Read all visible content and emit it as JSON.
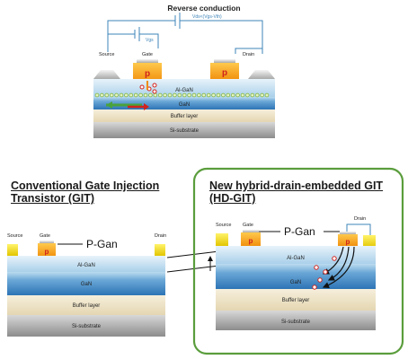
{
  "top_diagram": {
    "title": "Reverse conduction",
    "vds_label": "Vds<(Vgs-Vth)",
    "vgs_label": "Vgs",
    "source_label": "Source",
    "gate_label": "Gate",
    "drain_label": "Drain",
    "p_gate": "p",
    "p_drain": "p",
    "layers": {
      "algan": "Al-GaN",
      "gan": "GaN",
      "buffer": "Buffer layer",
      "substrate": "Si-substrate"
    }
  },
  "left_diagram": {
    "title_line1": "Conventional Gate Injection",
    "title_line2": "Transistor (GIT)",
    "source_label": "Source",
    "gate_label": "Gate",
    "drain_label": "Drain",
    "pgan_label": "P-Gan",
    "p_gate": "p",
    "layers": {
      "algan": "Al-GaN",
      "gan": "GaN",
      "buffer": "Buffer layer",
      "substrate": "Si-substrate"
    }
  },
  "right_diagram": {
    "title_line1": "New hybrid-drain-embedded GIT",
    "title_line2": "(HD-GIT)",
    "source_label": "Source",
    "gate_label": "Gate",
    "drain_label": "Drain",
    "pgan_label": "P-Gan",
    "p_gate": "p",
    "p_drain": "p",
    "layers": {
      "algan": "Al-GaN",
      "gan": "GaN",
      "buffer": "Buffer layer",
      "substrate": "Si-substrate"
    }
  },
  "colors": {
    "gan_blue": "#3f86c4",
    "algan_light": "#b9d9ec",
    "buffer": "#ece1c6",
    "substrate": "#9a9a9a",
    "p_gan_orange": "#f4a21a",
    "contact_yellow": "#f3df14",
    "frame_green": "#5a9d3c",
    "wire_blue": "#3c84b8"
  }
}
